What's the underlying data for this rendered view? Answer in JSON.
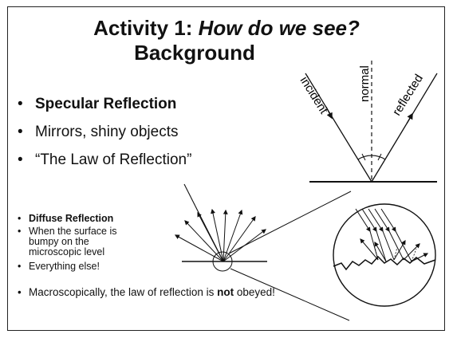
{
  "title": {
    "prefix": "Activity 1: ",
    "italic": "How do we see?",
    "line2": "Background"
  },
  "bullets_large": [
    "Specular Reflection",
    "Mirrors, shiny objects",
    "“The Law of Reflection”"
  ],
  "bullets_small": [
    "Diffuse Reflection",
    "When the surface is bumpy on the microscopic level",
    "Everything else!"
  ],
  "bottom_bullet": {
    "before": "Macroscopically, the law of reflection is ",
    "bold": "not",
    "after": " obeyed!"
  },
  "diagram_labels": {
    "incident": "incident",
    "normal": "normal",
    "reflected": "reflected"
  }
}
